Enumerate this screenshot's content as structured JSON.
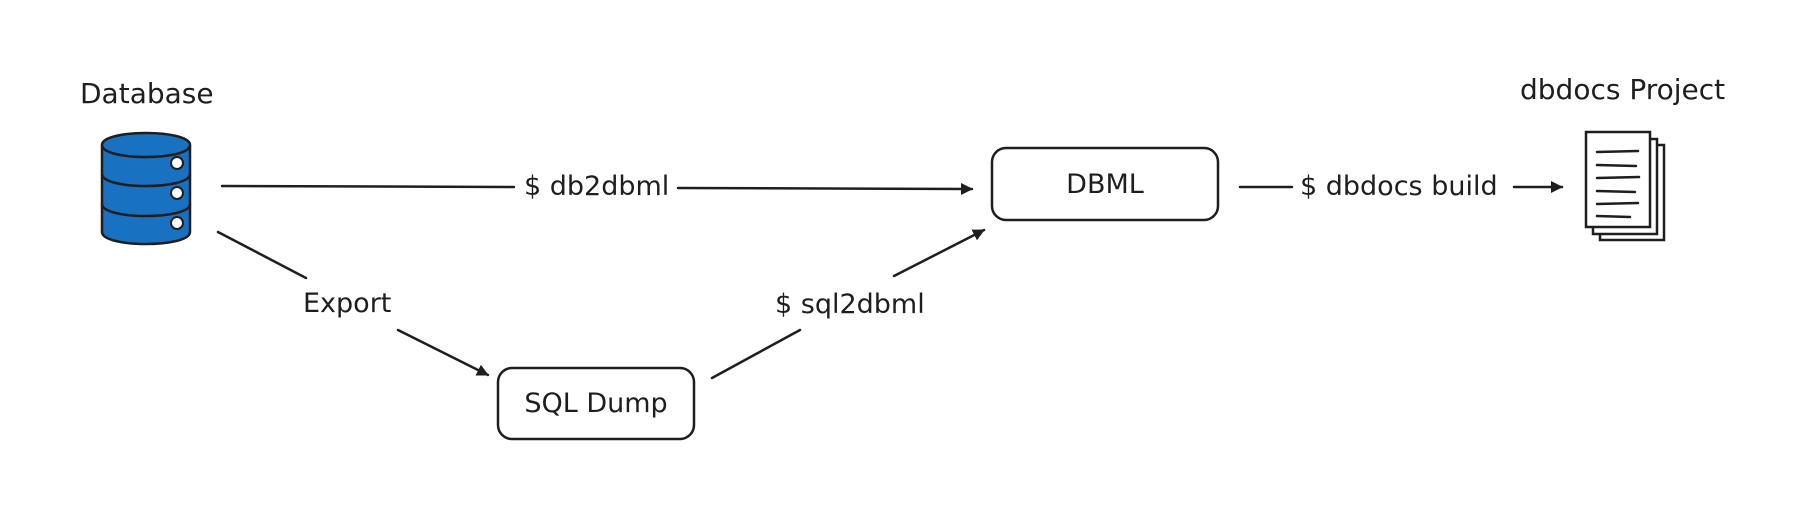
{
  "nodes": {
    "database": {
      "label": "Database",
      "icon": "database-icon",
      "color": "#1971c2"
    },
    "project": {
      "label": "dbdocs Project",
      "icon": "documents-icon"
    },
    "dbml": {
      "label": "DBML"
    },
    "sql_dump": {
      "label": "SQL Dump"
    }
  },
  "edges": {
    "db_to_dbml": "$ db2dbml",
    "db_to_dump": "Export",
    "dump_to_dbml": "$ sql2dbml",
    "dbml_to_project": "$ dbdocs build"
  }
}
